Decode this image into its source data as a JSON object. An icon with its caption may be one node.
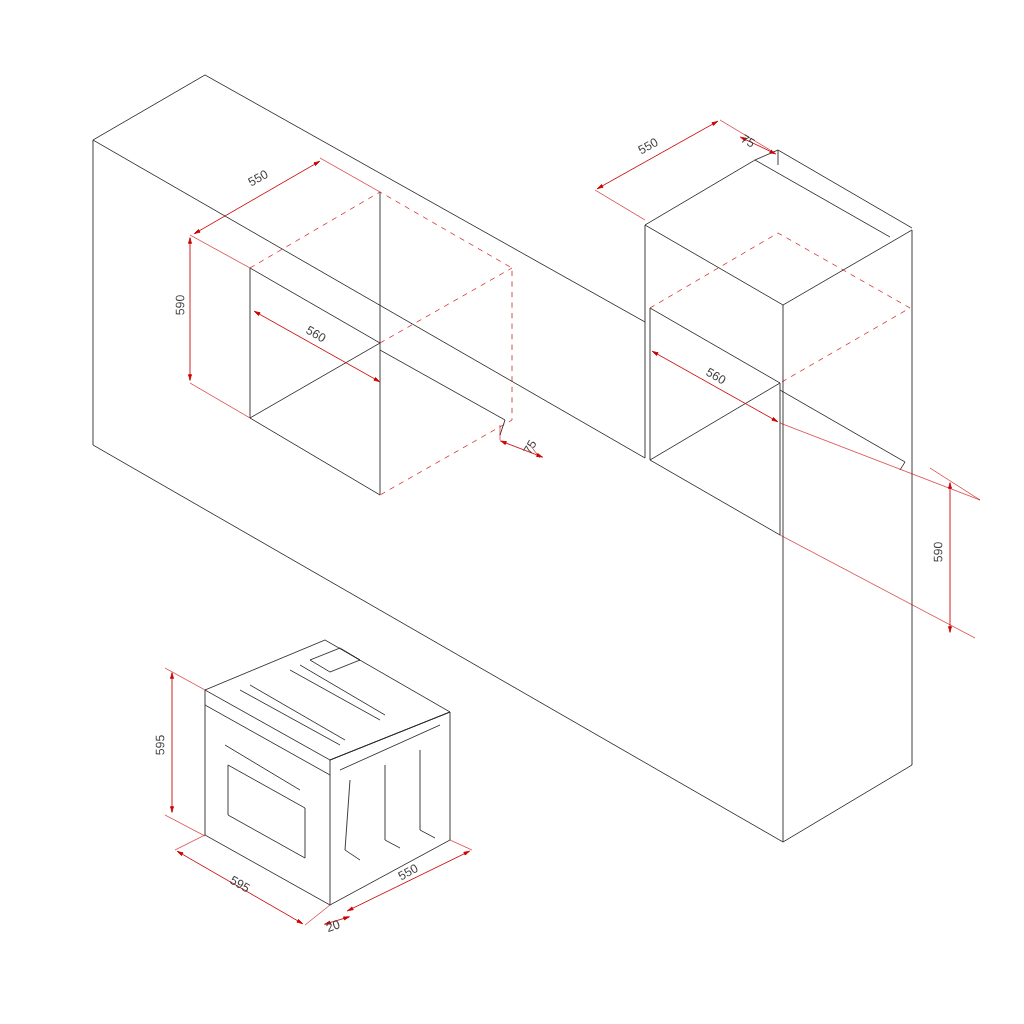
{
  "diagram": {
    "labels": [
      "550",
      "75",
      "550",
      "590",
      "560",
      "560",
      "75",
      "590",
      "595",
      "595",
      "550",
      "20"
    ]
  }
}
